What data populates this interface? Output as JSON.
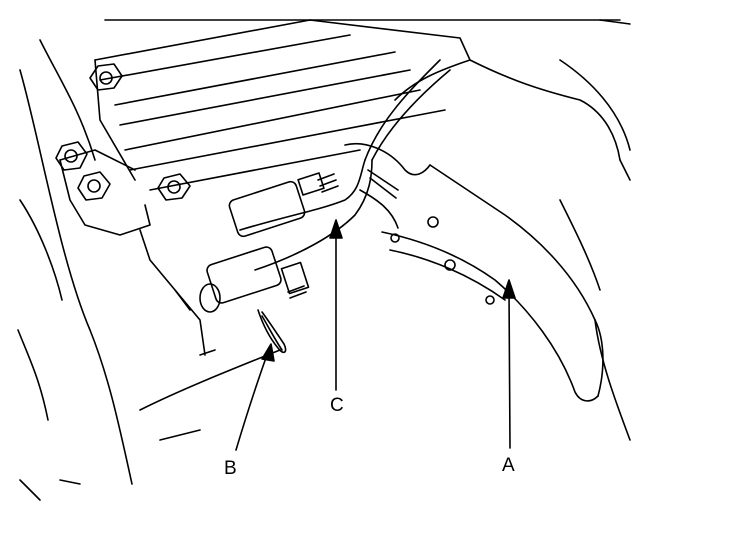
{
  "callouts": {
    "a": "A",
    "b": "B",
    "c": "C"
  },
  "colors": {
    "line": "#000000",
    "background": "#ffffff"
  }
}
